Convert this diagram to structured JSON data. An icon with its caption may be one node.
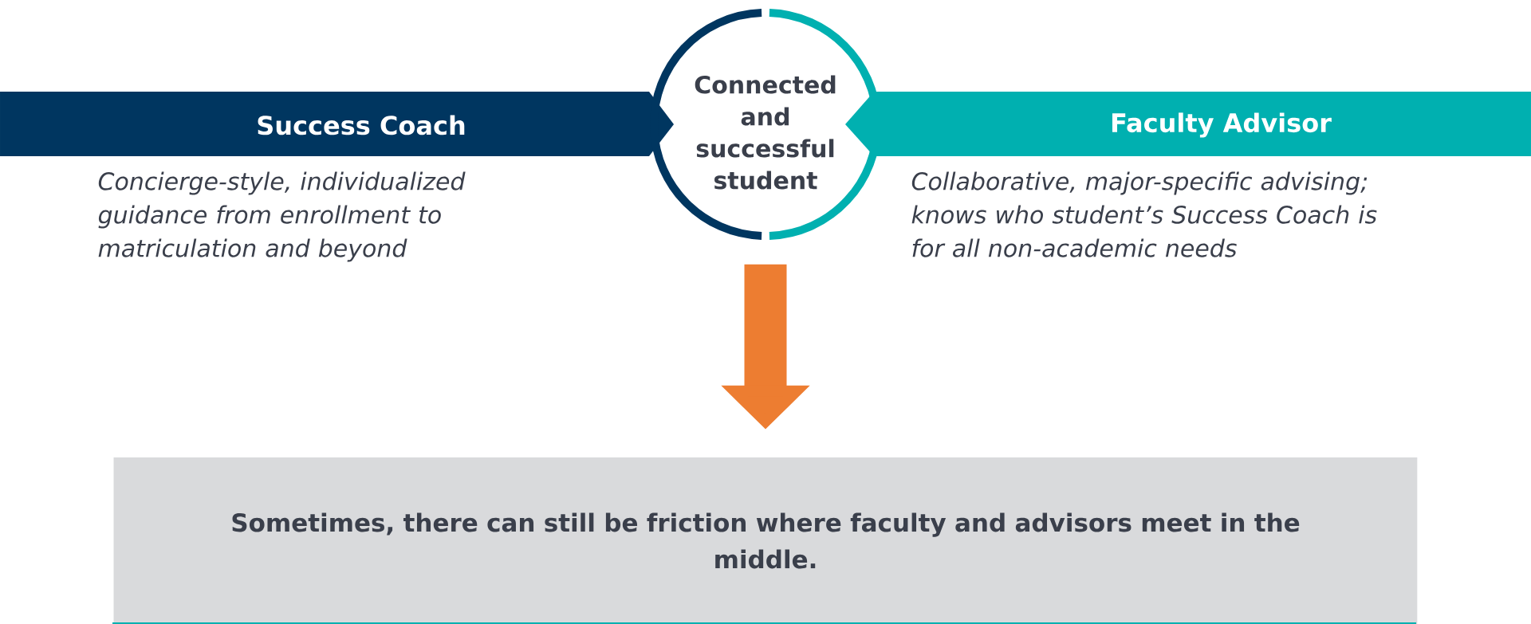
{
  "diagram": {
    "nodes": [
      {
        "text": [
          "Success Coach"
        ],
        "beside": [
          "Concierge-style, individualized guidance from enrollment to matriculation and beyond"
        ]
      },
      {
        "text": [
          "Connected and successful student"
        ]
      },
      {
        "text": [
          "Faculty Advisor"
        ],
        "beside": [
          "Collaborative, major-specific advising; knows who student’s Success Coach is for all non-academic needs"
        ]
      },
      {
        "text": [
          "Sometimes, there can still be friction where faculty and advisors meet in the middle."
        ]
      }
    ],
    "edges": [
      {
        "from": 1,
        "to": 3,
        "arrow": "to",
        "color": "#ed7d31"
      }
    ]
  }
}
